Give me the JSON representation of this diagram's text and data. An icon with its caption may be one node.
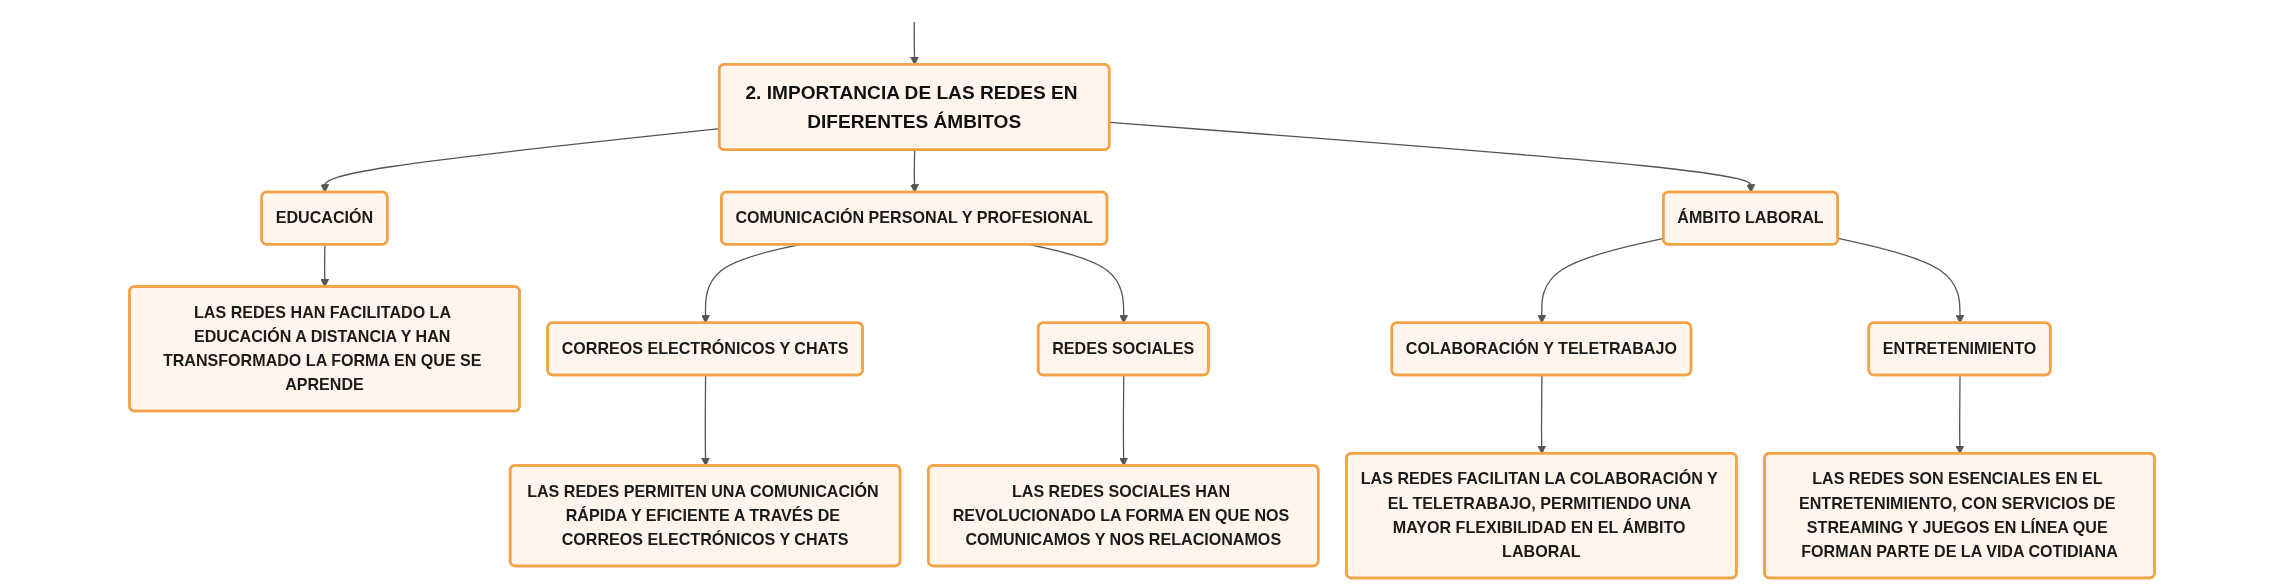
{
  "diagram": {
    "nodes": [
      {
        "text": [
          "2. IMPORTANCIA DE LAS REDES EN DIFERENTES ÁMBITOS"
        ]
      },
      {
        "text": [
          "EDUCACIÓN"
        ]
      },
      {
        "text": [
          "COMUNICACIÓN PERSONAL Y PROFESIONAL"
        ]
      },
      {
        "text": [
          "ÁMBITO LABORAL"
        ]
      },
      {
        "text": [
          "LAS REDES HAN FACILITADO LA EDUCACIÓN A DISTANCIA Y HAN TRANSFORMADO LA FORMA EN QUE SE APRENDE"
        ]
      },
      {
        "text": [
          "CORREOS ELECTRÓNICOS Y CHATS"
        ]
      },
      {
        "text": [
          "REDES SOCIALES"
        ]
      },
      {
        "text": [
          "COLABORACIÓN Y TELETRABAJO"
        ]
      },
      {
        "text": [
          "ENTRETENIMIENTO"
        ]
      },
      {
        "text": [
          "LAS REDES PERMITEN UNA COMUNICACIÓN RÁPIDA Y EFICIENTE A TRAVÉS DE CORREOS ELECTRÓNICOS Y CHATS"
        ]
      },
      {
        "text": [
          "LAS REDES SOCIALES HAN REVOLUCIONADO LA FORMA EN QUE NOS COMUNICAMOS Y NOS RELACIONAMOS"
        ]
      },
      {
        "text": [
          "LAS REDES FACILITAN LA COLABORACIÓN Y EL TELETRABAJO, PERMITIENDO UNA MAYOR FLEXIBILIDAD EN EL ÁMBITO LABORAL"
        ]
      },
      {
        "text": [
          "LAS REDES SON ESENCIALES EN EL ENTRETENIMIENTO, CON SERVICIOS DE STREAMING Y JUEGOS EN LÍNEA QUE FORMAN PARTE DE LA VIDA COTIDIANA"
        ]
      }
    ],
    "edges": [
      {
        "from": null,
        "to": 0,
        "arrow": "to"
      },
      {
        "from": 0,
        "to": 1,
        "arrow": "to"
      },
      {
        "from": 0,
        "to": 2,
        "arrow": "to"
      },
      {
        "from": 0,
        "to": 3,
        "arrow": "to"
      },
      {
        "from": 1,
        "to": 4,
        "arrow": "to"
      },
      {
        "from": 2,
        "to": 5,
        "arrow": "to"
      },
      {
        "from": 2,
        "to": 6,
        "arrow": "to"
      },
      {
        "from": 3,
        "to": 7,
        "arrow": "to"
      },
      {
        "from": 3,
        "to": 8,
        "arrow": "to"
      },
      {
        "from": 5,
        "to": 9,
        "arrow": "to"
      },
      {
        "from": 6,
        "to": 10,
        "arrow": "to"
      },
      {
        "from": 7,
        "to": 11,
        "arrow": "to"
      },
      {
        "from": 8,
        "to": 12,
        "arrow": "to"
      }
    ]
  }
}
